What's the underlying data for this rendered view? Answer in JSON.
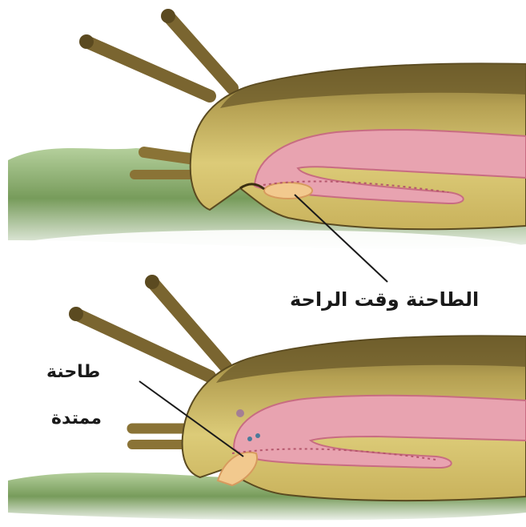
{
  "labels": {
    "radula_at_rest": "الطاحنة وقت الراحة",
    "radula_extended_line1": "طاحنة",
    "radula_extended_line2": "ممتدة"
  },
  "colors": {
    "body": "#d9c56e",
    "body_dark": "#6b5a2a",
    "gut": "#e8a3b0",
    "gut_edge": "#c86c82",
    "radula": "#f2c98e",
    "ground": "#6f9a4a",
    "leader_line": "#1a1a1a"
  }
}
